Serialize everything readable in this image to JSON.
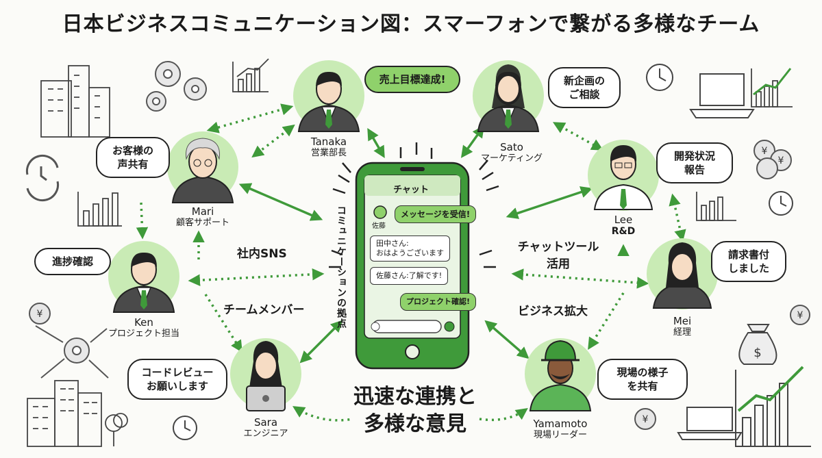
{
  "title": "日本ビジネスコミュニケーション図：スマーフォンで繋がる多様なチーム",
  "center_vertical": "コミュニケーションの拠点",
  "phone": {
    "header": "チャット",
    "sender": "佐藤",
    "msg1": "メッセージを受信!",
    "msg2a": "田中さん:",
    "msg2b": "おはようございます",
    "msg3": "佐藤さん:了解です!",
    "msg4": "プロジェクト確認!"
  },
  "labels": {
    "sns": "社内SNS",
    "team": "チームメンバー",
    "chat_tool_1": "チャットツール",
    "chat_tool_2": "活用",
    "expand": "ビジネス拡大"
  },
  "slogan": {
    "line1": "迅速な連携と",
    "line2": "多様な意見"
  },
  "people": [
    {
      "name": "Tanaka",
      "role": "営業部長",
      "bubble": "売上目標達成!"
    },
    {
      "name": "Sato",
      "role": "マーケティング",
      "bubble_1": "新企画の",
      "bubble_2": "ご相談"
    },
    {
      "name": "Mari",
      "role": "顧客サポート",
      "bubble_1": "お客様の",
      "bubble_2": "声共有"
    },
    {
      "name": "Lee",
      "role": "R&D",
      "bubble_1": "開発状況",
      "bubble_2": "報告"
    },
    {
      "name": "Ken",
      "role": "プロジェクト担当",
      "bubble": "進捗確認"
    },
    {
      "name": "Mei",
      "role": "経理",
      "bubble_1": "請求書付",
      "bubble_2": "しました"
    },
    {
      "name": "Sara",
      "role": "エンジニア",
      "bubble_1": "コードレビュー",
      "bubble_2": "お願いします"
    },
    {
      "name": "Yamamoto",
      "role": "現場リーダー",
      "bubble_1": "現場の様子",
      "bubble_2": "を共有"
    }
  ],
  "colors": {
    "accent": "#3f9a3a",
    "light_green": "#8fd16b",
    "ink": "#222222",
    "halo": "#c9ebb5"
  }
}
